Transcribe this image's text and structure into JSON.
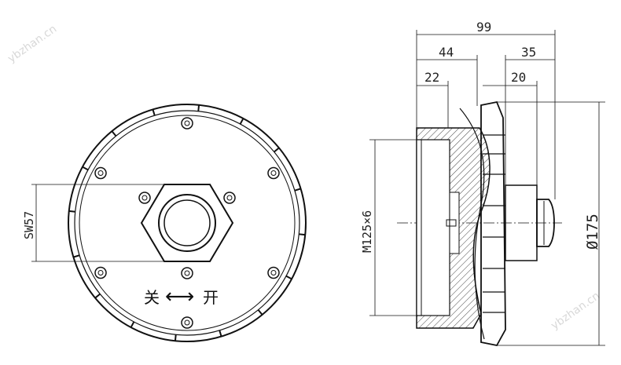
{
  "front_view": {
    "hex_label": "SW57",
    "marking": "关",
    "marking_open": "开",
    "arrow_glyph": "⟷"
  },
  "side_view": {
    "dims": {
      "overall_width": "99",
      "body_width": "44",
      "knob_width": "35",
      "inner_offset": "22",
      "shaft_offset": "20",
      "thread": "M125×6",
      "diameter": "Ø175"
    }
  },
  "watermark": "ybzhan.cn",
  "colors": {
    "line": "#111111",
    "hatch": "#444444",
    "watermark": "#d8d8d8"
  }
}
